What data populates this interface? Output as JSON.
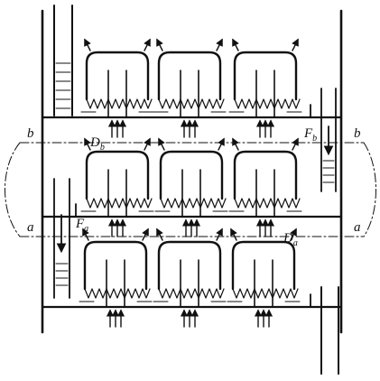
{
  "labels": {
    "b_left": "b",
    "b_right": "b",
    "a_left": "a",
    "a_right": "a",
    "D_b_main": "D",
    "D_b_sub": "b",
    "F_b_main": "F",
    "F_b_sub": "b",
    "F_a_main": "F",
    "F_a_sub": "a",
    "D_a_main": "D",
    "D_a_sub": "a"
  },
  "trays": {
    "rows": 3,
    "caps_per_row": 3
  },
  "colors": {
    "line": "#111111",
    "background": "#ffffff"
  }
}
